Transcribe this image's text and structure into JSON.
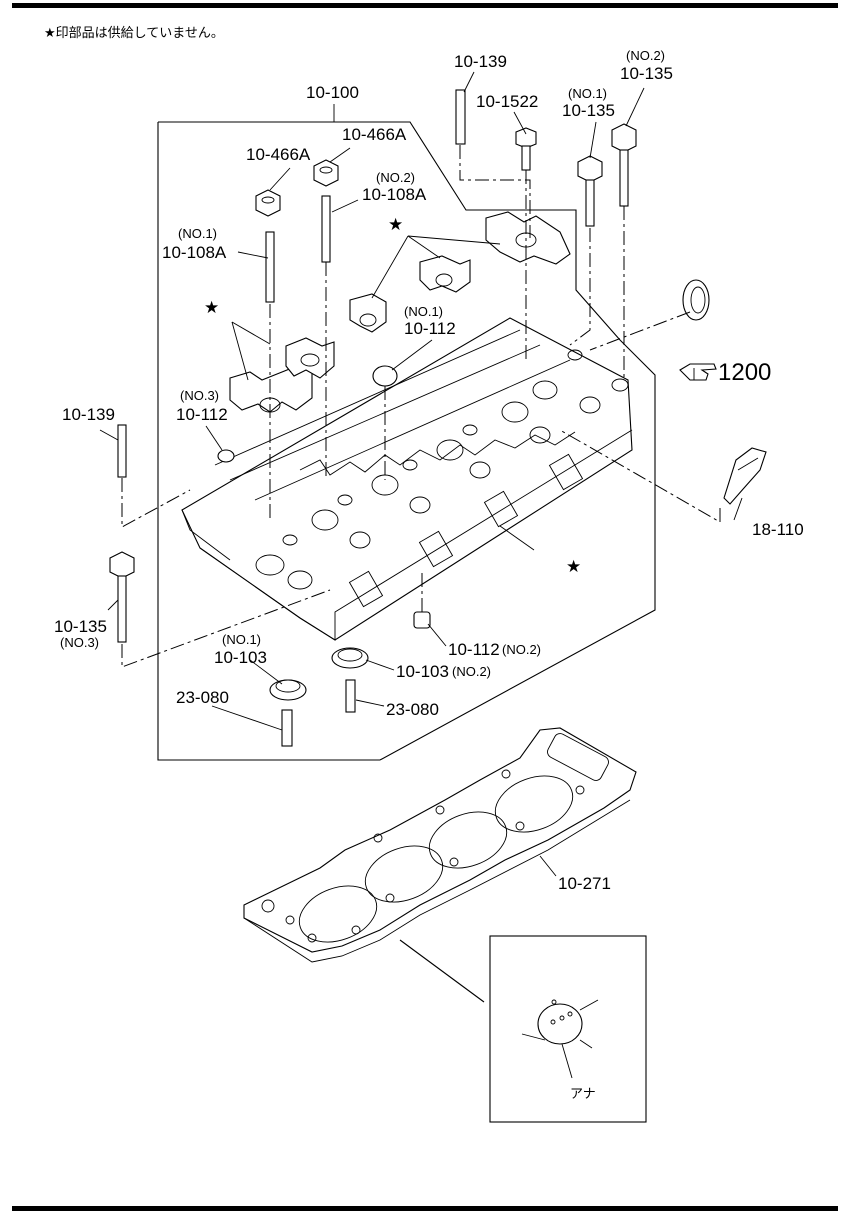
{
  "header_note": "★印部品は供給していません。",
  "labels": {
    "p10_100": "10-100",
    "p10_466A_left": "10-466A",
    "p10_466A_right": "10-466A",
    "p10_108A_no2_tag": "(NO.2)",
    "p10_108A_no2": "10-108A",
    "p10_108A_no1_tag": "(NO.1)",
    "p10_108A_no1": "10-108A",
    "p10_139_top": "10-139",
    "p10_1522": "10-1522",
    "p10_135_no1_tag": "(NO.1)",
    "p10_135_no1": "10-135",
    "p10_135_no2_tag": "(NO.2)",
    "p10_135_no2": "10-135",
    "p10_112_no1_tag": "(NO.1)",
    "p10_112_no1": "10-112",
    "p10_112_no3_tag": "(NO.3)",
    "p10_112_no3": "10-112",
    "p10_139_left": "10-139",
    "ref_1200": "1200",
    "p18_110": "18-110",
    "p10_135_no3": "10-135",
    "p10_135_no3_tag": "(NO.3)",
    "p10_103_no1_tag": "(NO.1)",
    "p10_103_no1": "10-103",
    "p10_112_no2": "10-112",
    "p10_112_no2_tag": "(NO.2)",
    "p10_103_no2": "10-103",
    "p10_103_no2_tag": "(NO.2)",
    "p23_080_left": "23-080",
    "p23_080_right": "23-080",
    "p10_271": "10-271",
    "detail_label": "アナ"
  },
  "star_glyph": "★",
  "pointer_icon": "hand-pointer-icon"
}
